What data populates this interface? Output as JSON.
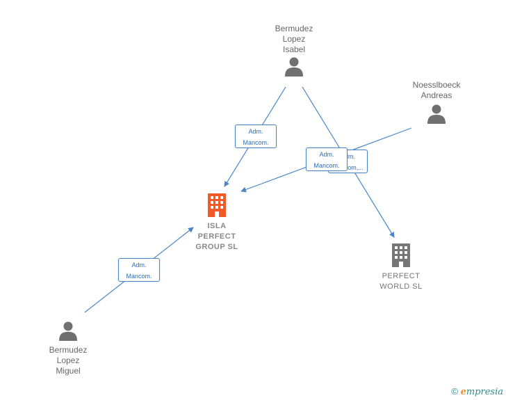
{
  "persons": {
    "isabel": {
      "label": "Bermudez\nLopez\nIsabel",
      "icon": "person-icon"
    },
    "andreas": {
      "label": "Noesslboeck\nAndreas",
      "icon": "person-icon"
    },
    "miguel": {
      "label": "Bermudez\nLopez\nMiguel",
      "icon": "person-icon"
    }
  },
  "companies": {
    "isla": {
      "label": "ISLA\nPERFECT\nGROUP  SL",
      "icon": "building-icon",
      "color": "#f05a28"
    },
    "world": {
      "label": "PERFECT\nWORLD  SL",
      "icon": "building-icon",
      "color": "#777777"
    }
  },
  "roles": {
    "isabel_isla": "Adm.\nMancom.",
    "andreas_isla": "Adm.\nMancom.",
    "isabel_world": "Adm.\nMancom,...",
    "miguel_isla": "Adm.\nMancom."
  },
  "colors": {
    "edge": "#4a86c8",
    "person": "#707070"
  },
  "footer": {
    "copyright": "©",
    "brand": "mpresia",
    "brand_initial": "e"
  }
}
